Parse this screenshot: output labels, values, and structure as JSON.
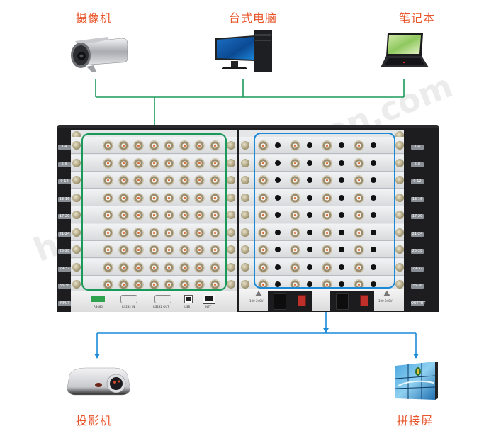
{
  "diagram": {
    "title": "Video matrix connection diagram",
    "colors": {
      "label": "#e8552a",
      "input_line": "#1a9a5a",
      "output_line": "#1a8ad8"
    },
    "input_devices": [
      {
        "label": "摄像机",
        "icon": "camera-icon"
      },
      {
        "label": "台式电脑",
        "icon": "desktop-computer-icon"
      },
      {
        "label": "笔记本",
        "icon": "laptop-icon"
      }
    ],
    "output_devices": [
      {
        "label": "投影机",
        "icon": "projector-icon"
      },
      {
        "label": "拼接屏",
        "icon": "video-wall-icon"
      }
    ],
    "matrix": {
      "input_labels": [
        "1-4",
        "5-8",
        "9-12",
        "13-16",
        "17-20",
        "21-24",
        "25-28",
        "29-32",
        "33-36",
        "INPUT"
      ],
      "output_labels": [
        "1-4",
        "5-8",
        "9-12",
        "13-16",
        "17-20",
        "21-24",
        "25-28",
        "29-32",
        "33-36",
        "OUTPUT"
      ],
      "input_rows": 9,
      "input_cols": 8,
      "output_rows": 9,
      "output_cols": 4,
      "ports": [
        "RS485",
        "RS232 IN",
        "RS232 OUT",
        "USB",
        "NET"
      ],
      "psu_label": "100-240V"
    },
    "watermark": "http://www.lujincan.com"
  }
}
